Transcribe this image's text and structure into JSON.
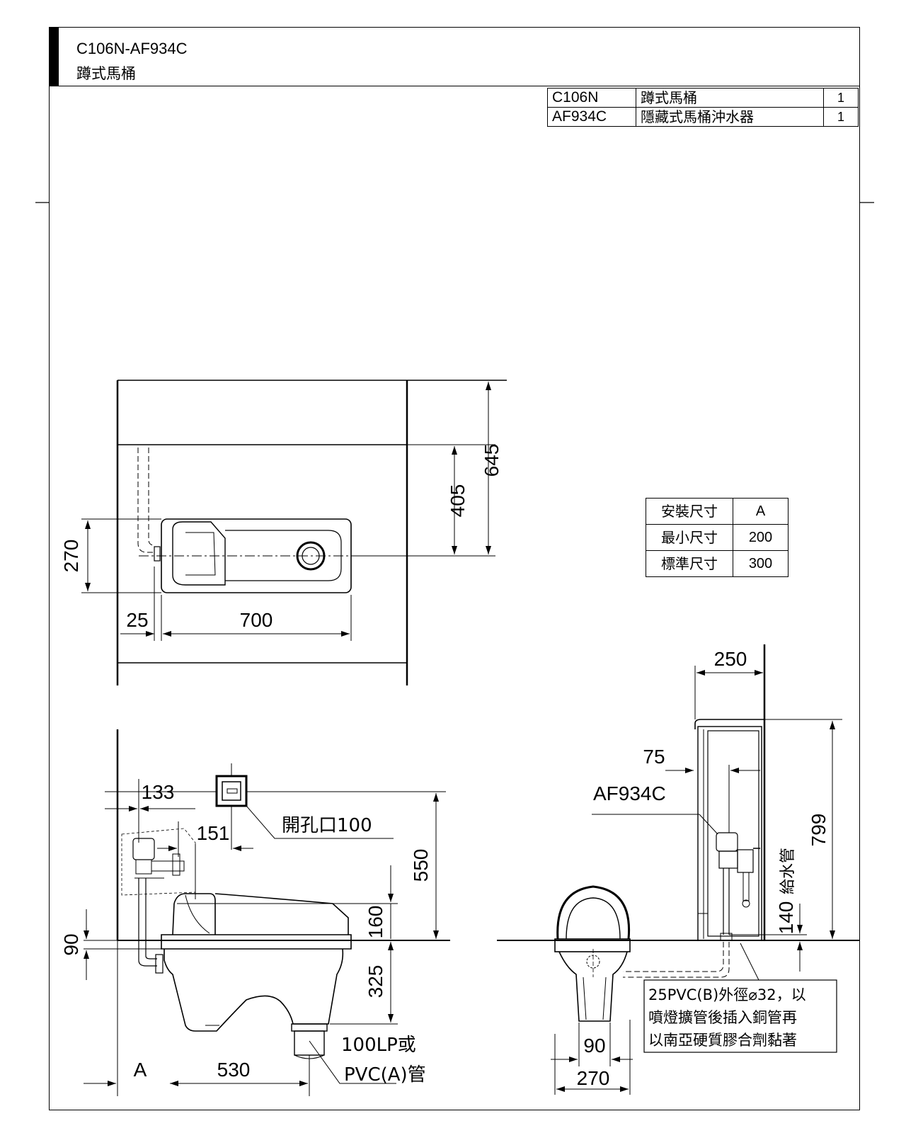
{
  "header": {
    "model_code": "C106N-AF934C",
    "product_name": "蹲式馬桶"
  },
  "parts_list": [
    {
      "code": "C106N",
      "name": "蹲式馬桶",
      "qty": "1"
    },
    {
      "code": "AF934C",
      "name": "隱藏式馬桶沖水器",
      "qty": "1"
    }
  ],
  "size_table": {
    "header": {
      "label": "安裝尺寸",
      "value": "A"
    },
    "rows": [
      {
        "label": "最小尺寸",
        "value": "200"
      },
      {
        "label": "標準尺寸",
        "value": "300"
      }
    ]
  },
  "top_view": {
    "dim_645": "645",
    "dim_405": "405",
    "dim_270": "270",
    "dim_25": "25",
    "dim_700": "700"
  },
  "front_view": {
    "dim_133": "133",
    "dim_151": "151",
    "opening_label": "開孔口100",
    "dim_550": "550",
    "dim_160": "160",
    "dim_325": "325",
    "dim_90": "90",
    "dim_A": "A",
    "dim_530": "530",
    "drain_label_1": "100LP或",
    "drain_label_2": "PVC(A)管"
  },
  "side_view": {
    "dim_250": "250",
    "dim_75": "75",
    "flusher_label": "AF934C",
    "dim_799": "799",
    "supply_label": "給水管",
    "dim_140": "140",
    "dim_90": "90",
    "dim_270": "270",
    "pipe_note": [
      "25PVC(B)外徑⌀32，以",
      "噴燈擴管後插入銅管再",
      "以南亞硬質膠合劑黏著"
    ]
  }
}
